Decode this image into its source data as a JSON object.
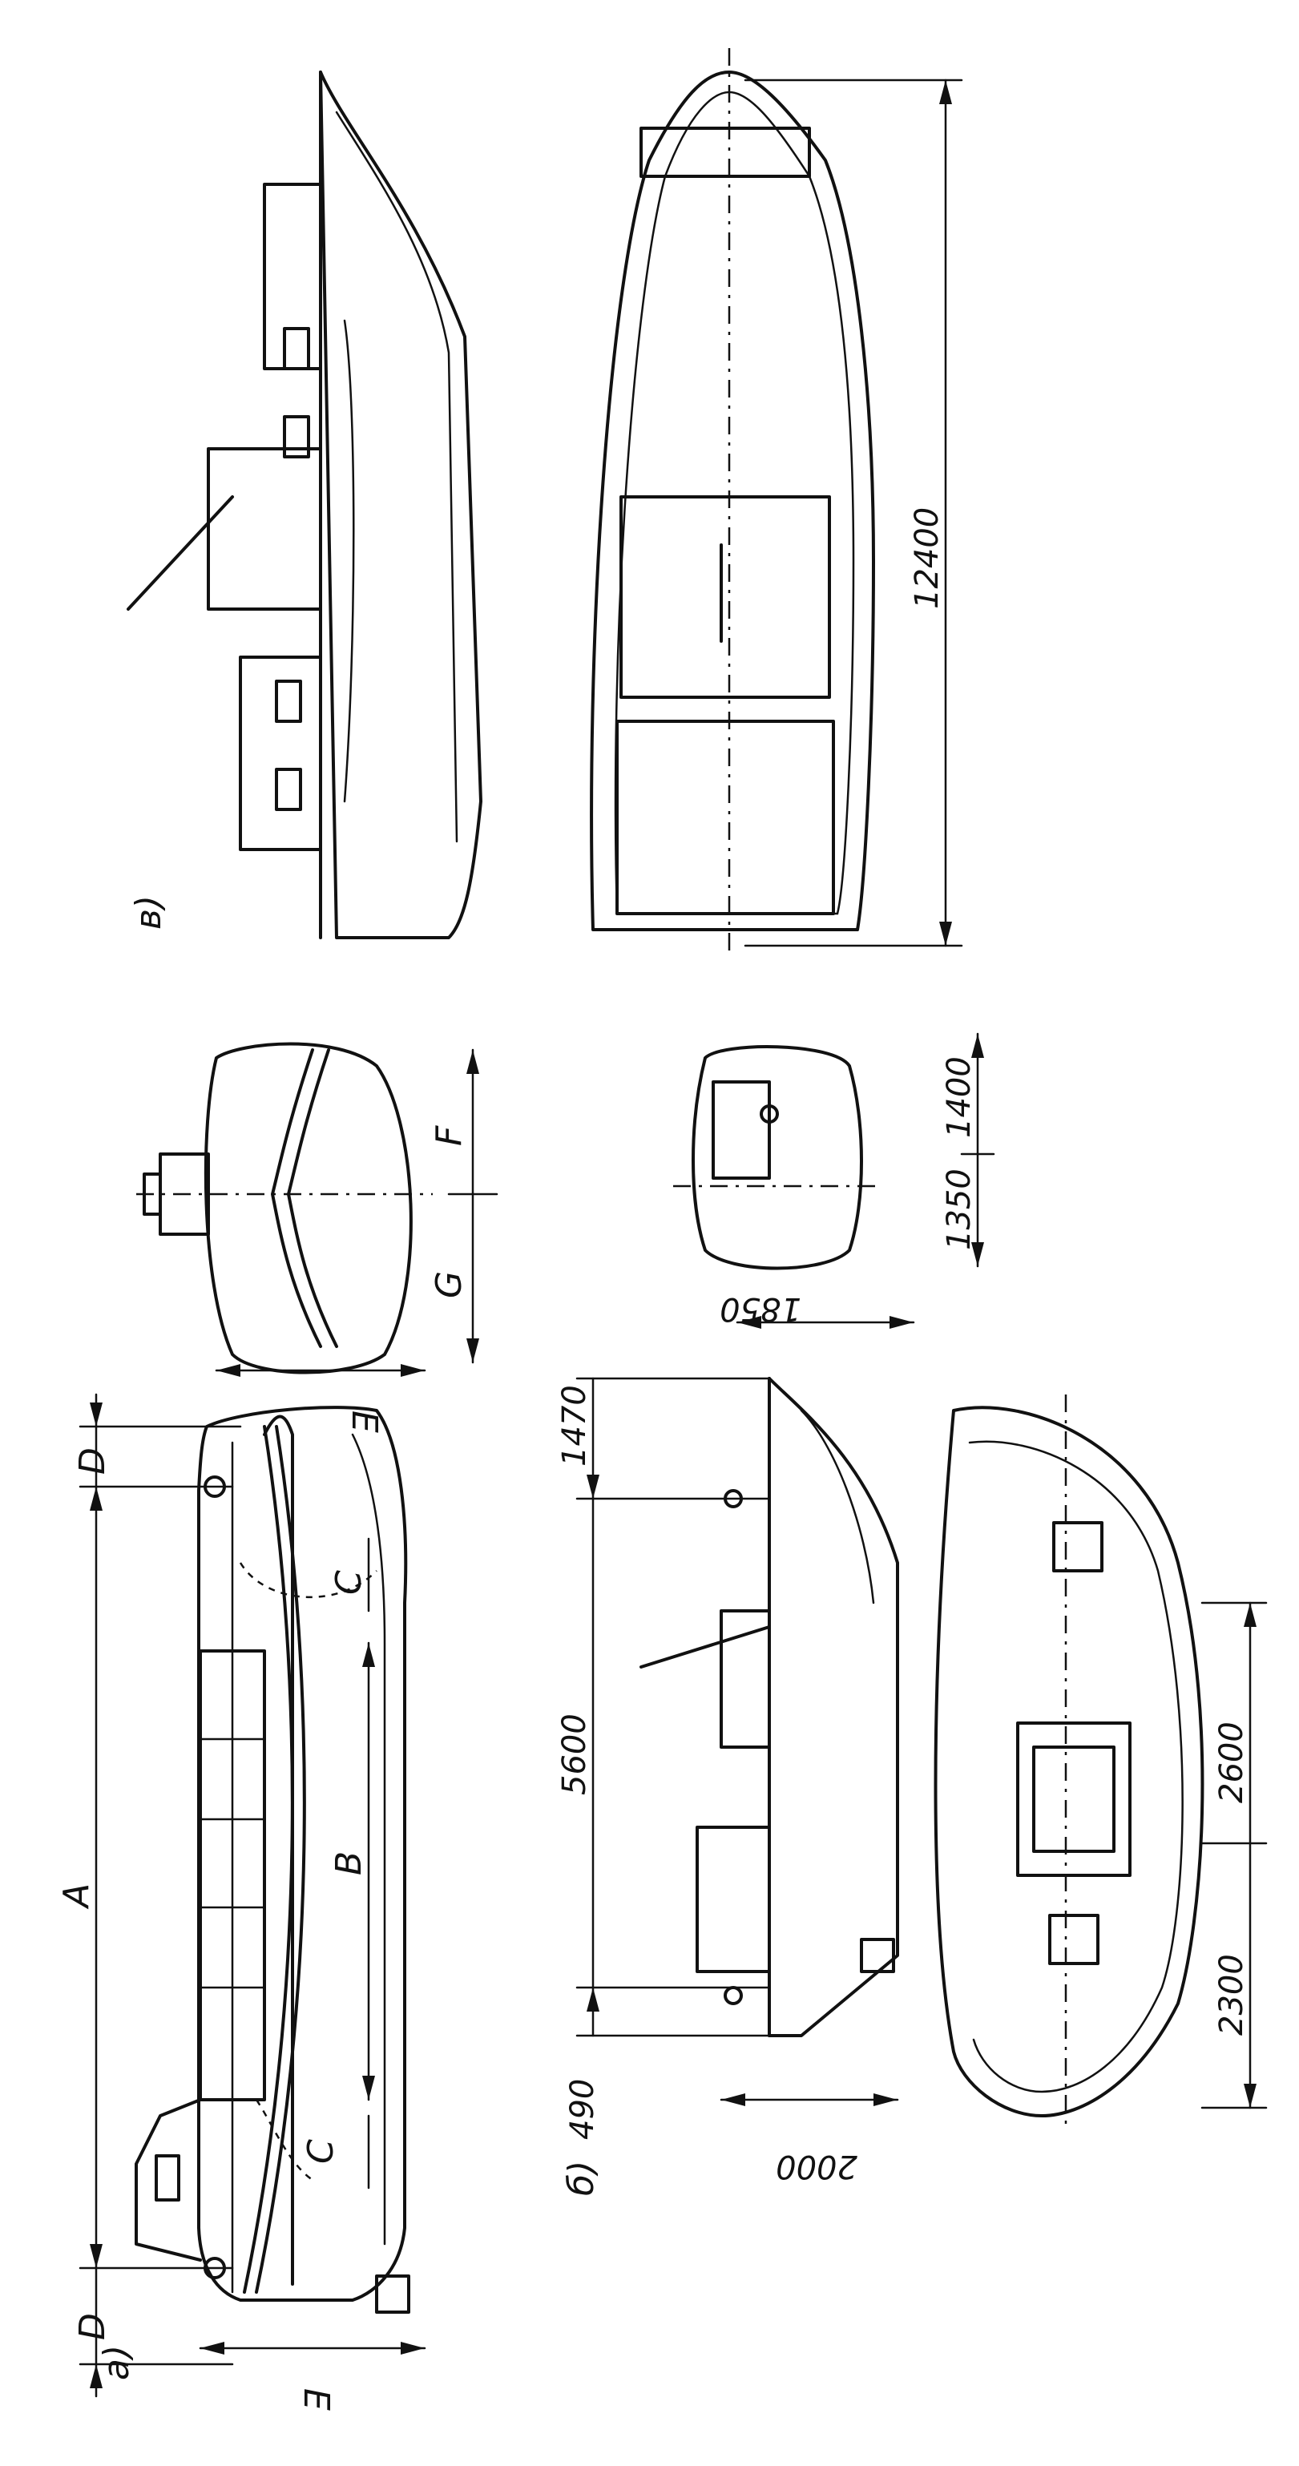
{
  "figure": {
    "panel_labels": {
      "a": "а)",
      "b": "б)",
      "v": "в)"
    },
    "panel_a_dimensions": {
      "A": "A",
      "B": "B",
      "C_bow": "C",
      "C_stern": "C",
      "D_bow": "D",
      "D_stern": "D",
      "E_bow": "E",
      "E_stern": "E",
      "F": "F",
      "G": "G"
    },
    "panel_b_dimensions": {
      "d1470": "1470",
      "d5600": "5600",
      "d490": "490",
      "d1850": "1850",
      "d2000": "2000",
      "d1400": "1400",
      "d1350": "1350",
      "d2600": "2600",
      "d2300": "2300"
    },
    "panel_v_dimensions": {
      "d12400": "12400"
    }
  }
}
